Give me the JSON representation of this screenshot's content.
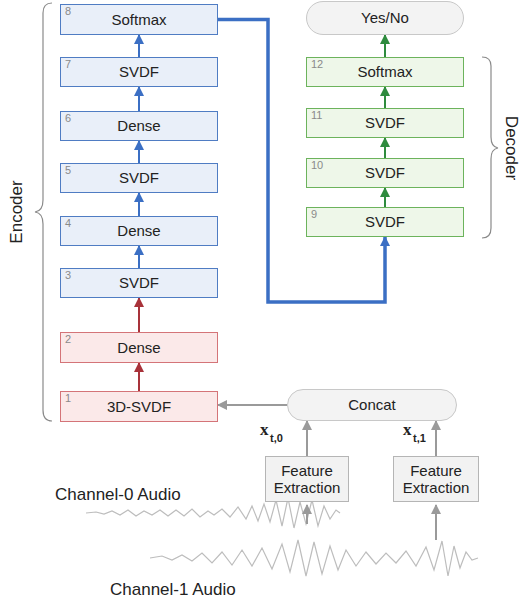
{
  "diagram": {
    "nodes": [
      {
        "text": [
          "8",
          "Softmax"
        ]
      },
      {
        "text": [
          "7",
          "SVDF"
        ]
      },
      {
        "text": [
          "6",
          "Dense"
        ]
      },
      {
        "text": [
          "5",
          "SVDF"
        ]
      },
      {
        "text": [
          "4",
          "Dense"
        ]
      },
      {
        "text": [
          "3",
          "SVDF"
        ]
      },
      {
        "text": [
          "2",
          "Dense"
        ]
      },
      {
        "text": [
          "1",
          "3D-SVDF"
        ]
      },
      {
        "text": [
          "Yes/No"
        ]
      },
      {
        "text": [
          "12",
          "Softmax"
        ]
      },
      {
        "text": [
          "11",
          "SVDF"
        ]
      },
      {
        "text": [
          "10",
          "SVDF"
        ]
      },
      {
        "text": [
          "9",
          "SVDF"
        ]
      },
      {
        "text": [
          "Concat"
        ]
      },
      {
        "text": [
          "Feature Extraction"
        ]
      },
      {
        "text": [
          "Feature Extraction"
        ]
      }
    ],
    "edges": [
      {
        "from": 7,
        "to": 6,
        "arrow": "to"
      },
      {
        "from": 6,
        "to": 5,
        "arrow": "to"
      },
      {
        "from": 5,
        "to": 4,
        "arrow": "to"
      },
      {
        "from": 4,
        "to": 3,
        "arrow": "to"
      },
      {
        "from": 3,
        "to": 2,
        "arrow": "to"
      },
      {
        "from": 2,
        "to": 1,
        "arrow": "to"
      },
      {
        "from": 1,
        "to": 0,
        "arrow": "to"
      },
      {
        "from": 0,
        "to": 12,
        "arrow": "to"
      },
      {
        "from": 12,
        "to": 11,
        "arrow": "to"
      },
      {
        "from": 11,
        "to": 10,
        "arrow": "to"
      },
      {
        "from": 10,
        "to": 9,
        "arrow": "to"
      },
      {
        "from": 9,
        "to": 8,
        "arrow": "to"
      },
      {
        "from": 13,
        "to": 7,
        "arrow": "to"
      },
      {
        "from": 14,
        "to": 13,
        "arrow": "to"
      },
      {
        "from": 15,
        "to": 13,
        "arrow": "to"
      }
    ],
    "labels": [
      "Encoder",
      "Decoder",
      "x",
      "t,0",
      "x",
      "t,1",
      "Channel-0 Audio",
      "Channel-1 Audio"
    ]
  }
}
